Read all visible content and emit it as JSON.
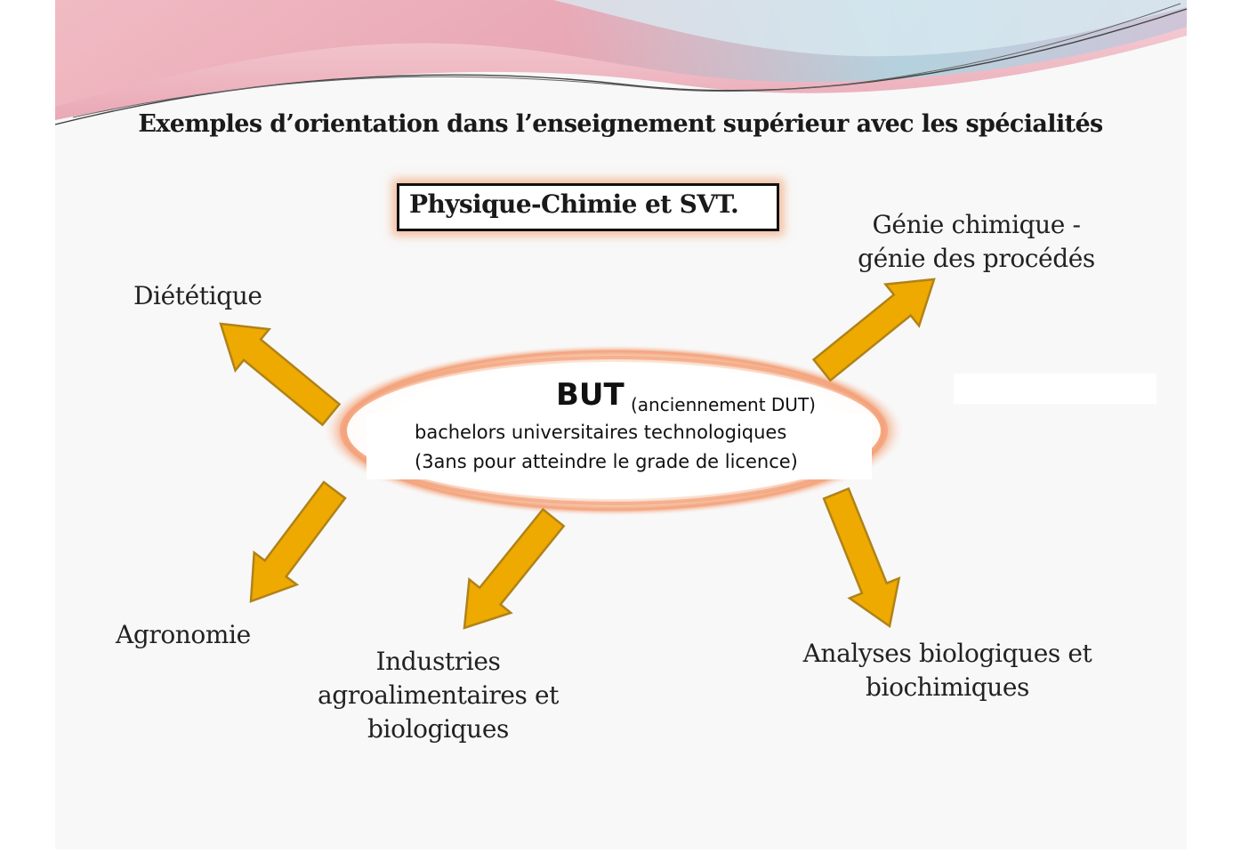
{
  "title": "Exemples d’orientation dans l’enseignement supérieur avec les spécialités",
  "specialities": "Physique-Chimie et SVT.",
  "center": {
    "title": "BUT",
    "note": "(anciennement DUT)",
    "line1": "bachelors universitaires technologiques",
    "line2": "(3ans pour atteindre le grade de licence)"
  },
  "destinations": {
    "dietetique": "Diététique",
    "genie": "Génie chimique - génie des procédés",
    "agronomie": "Agronomie",
    "industries": "Industries agroalimentaires et biologiques",
    "analyses": "Analyses biologiques et biochimiques"
  },
  "colors": {
    "arrow_fill": "#eeaa00",
    "arrow_stroke": "#b08218",
    "ellipse_glow": "#f3a27a",
    "wave_pink": "#eba9b6",
    "wave_blue": "#9fd3e0"
  }
}
